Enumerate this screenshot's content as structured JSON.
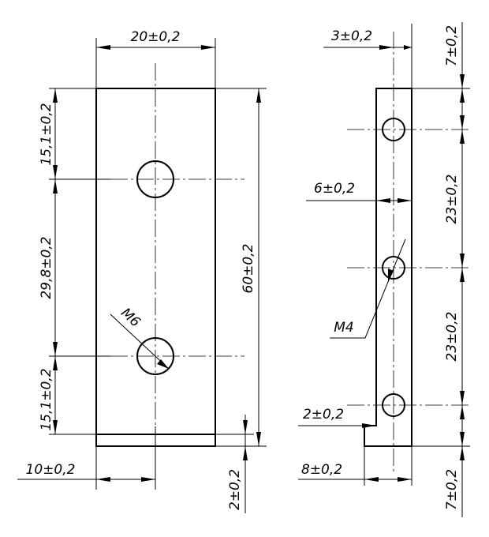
{
  "front_view": {
    "width": "20±0,2",
    "height": "60±0,2",
    "top_offset": "15,1±0,2",
    "hole_spacing": "29,8±0,2",
    "bottom_offset": "15,1±0,2",
    "bottom_edge": "10±0,2",
    "lip_thickness": "2±0,2",
    "thread": "M6"
  },
  "side_view": {
    "top_hole_offset": "3±0,2",
    "top_gap": "7±0,2",
    "plate_width": "6±0,2",
    "spacing_upper": "23±0,2",
    "spacing_lower": "23±0,2",
    "thread": "M4",
    "step_height": "2±0,2",
    "step_width": "8±0,2",
    "bottom_gap": "7±0,2"
  }
}
